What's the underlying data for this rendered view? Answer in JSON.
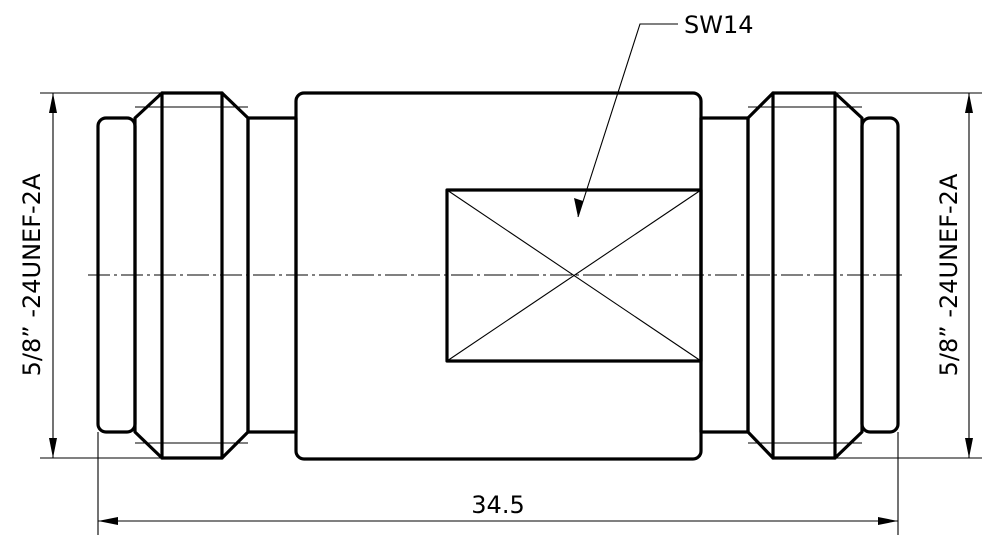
{
  "labels": {
    "wrench_size": "SW14",
    "thread_left": "5/8” -24UNEF-2A",
    "thread_right": "5/8” -24UNEF-2A",
    "overall_length": "34.5"
  }
}
